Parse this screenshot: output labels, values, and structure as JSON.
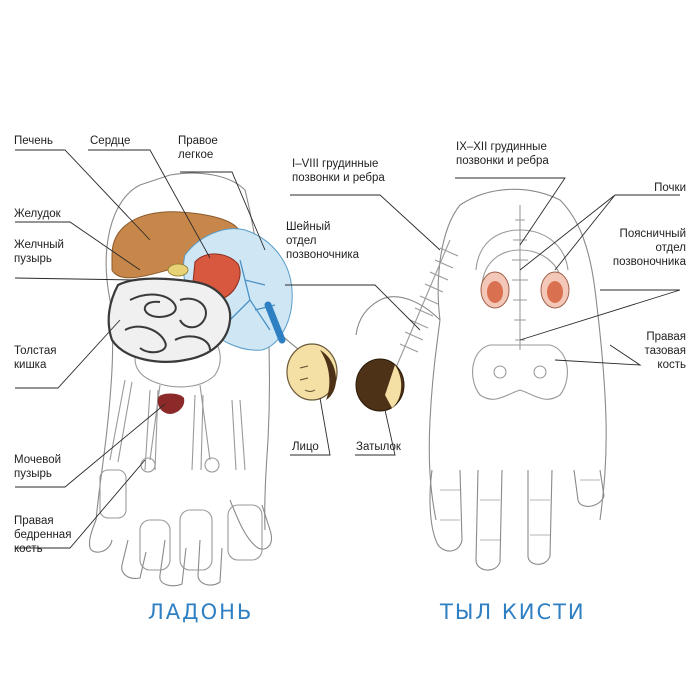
{
  "palm": {
    "caption": "ЛАДОНЬ",
    "labels": {
      "liver": "Печень",
      "heart": "Сердце",
      "right_lung": "Правое\nлегкое",
      "stomach": "Желудок",
      "gallbladder": "Желчный\nпузырь",
      "colon": "Толстая\nкишка",
      "bladder": "Мочевой\nпузырь",
      "femur": "Правая\nбедренная\nкость",
      "face": "Лицо"
    }
  },
  "back": {
    "caption": "ТЫЛ КИСТИ",
    "labels": {
      "thoracic_1_8": "I–VIII грудинные\nпозвонки и ребра",
      "cervical": "Шейный\nотдел\nпозвоночника",
      "thoracic_9_12": "IX–XII грудинные\nпозвонки и ребра",
      "kidneys": "Почки",
      "lumbar": "Поясничный\nотдел\nпозвоночника",
      "pelvis": "Правая\nтазовая\nкость",
      "nape": "Затылок"
    }
  },
  "colors": {
    "liver": "#c8874a",
    "lung": "#cfe7f5",
    "heart": "#d7573f",
    "bladder": "#8c2a2a",
    "kidney": "#d9704f",
    "hair": "#4d3217",
    "face": "#f4e0a4",
    "caption": "#2f7fc3"
  }
}
